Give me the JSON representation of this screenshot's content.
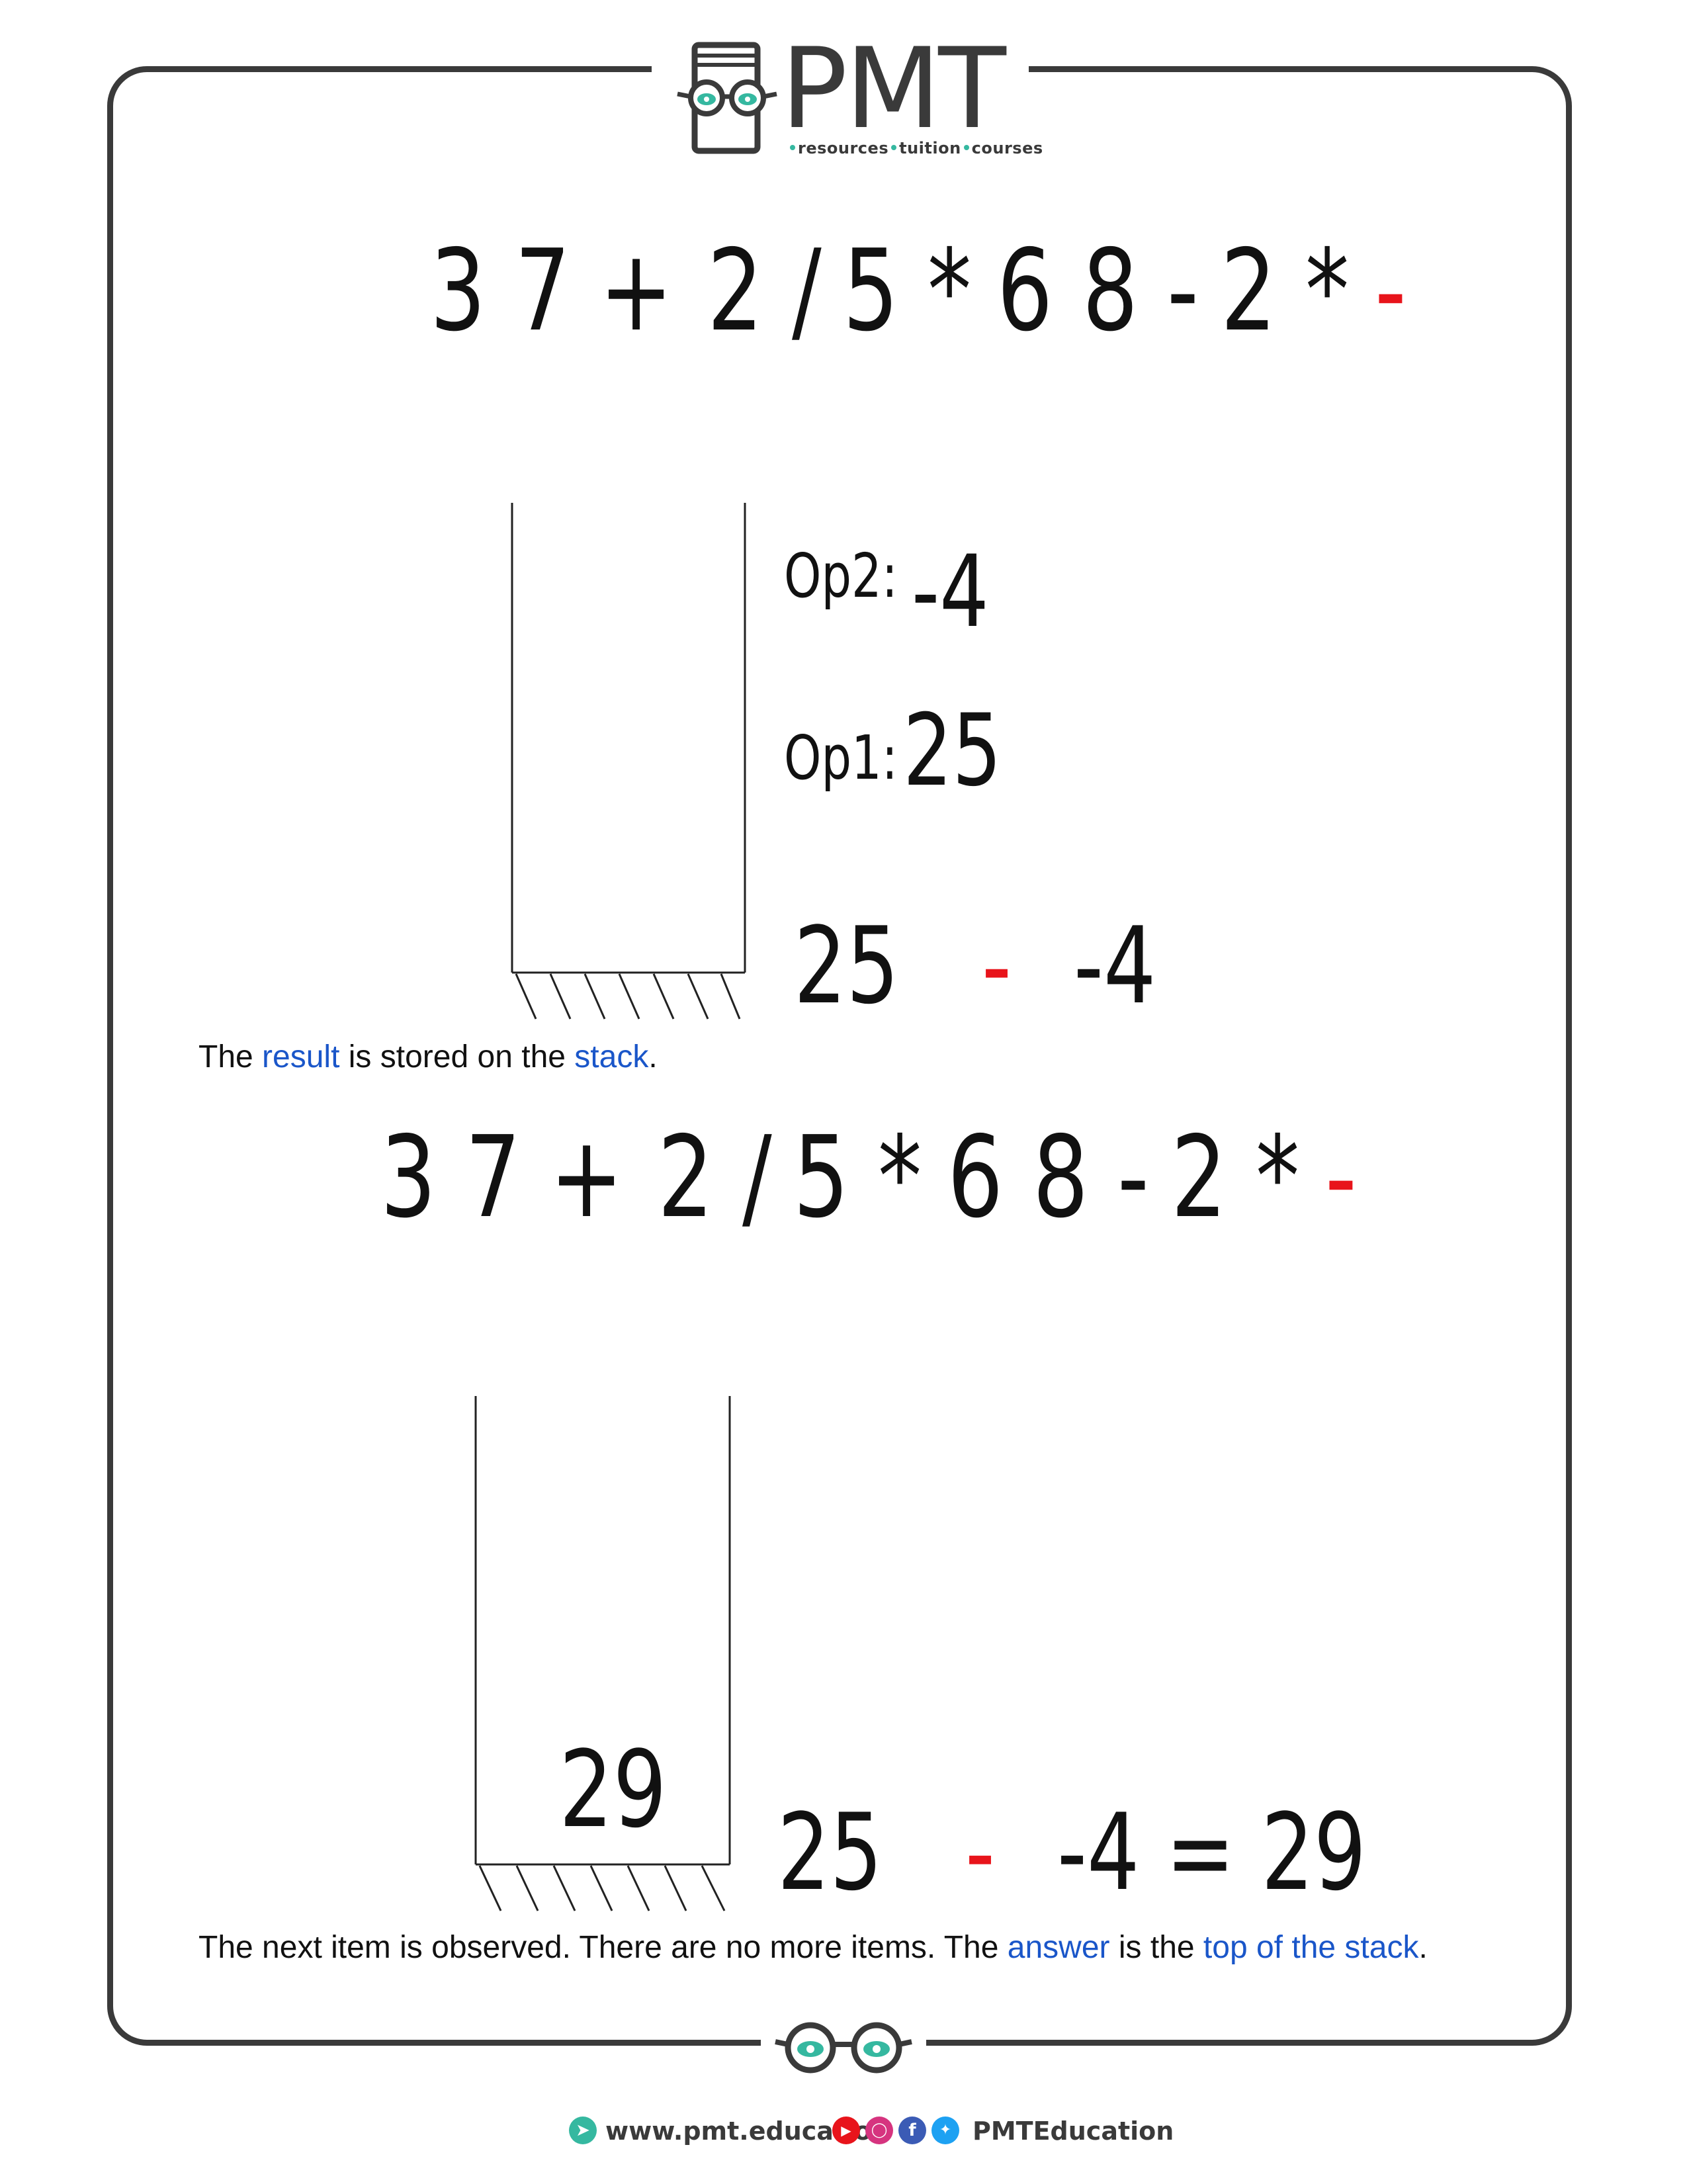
{
  "header": {
    "logo_word": "PMT",
    "logo_tagline_parts": [
      "resources",
      "tuition",
      "courses"
    ]
  },
  "step1": {
    "expression_tokens": [
      "3",
      "7",
      "+",
      "2",
      "/",
      "5",
      "*",
      "6",
      "8",
      "-",
      "2",
      "*"
    ],
    "current_token": "-",
    "op2_label": "Op2:",
    "op2_value": "-4",
    "op1_label": "Op1:",
    "op1_value": "25",
    "calc_left": "25",
    "calc_op": "-",
    "calc_right": "-4",
    "caption": {
      "p1": "The ",
      "h1": "result",
      "p2": " is stored on the ",
      "h2": "stack",
      "p3": "."
    }
  },
  "step2": {
    "expression_tokens": [
      "3",
      "7",
      "+",
      "2",
      "/",
      "5",
      "*",
      "6",
      "8",
      "-",
      "2",
      "*"
    ],
    "current_token": "-",
    "stack_value": "29",
    "calc_left": "25",
    "calc_op": "-",
    "calc_right": "-4 = 29",
    "caption": {
      "p1": "The next item is observed. There are no more items. The ",
      "h1": "answer",
      "p2": " is the ",
      "h2": "top of the stack",
      "p3": "."
    }
  },
  "footer": {
    "website": "www.pmt.education",
    "social_handle": "PMTEducation",
    "icons": [
      "cursor-icon",
      "youtube-icon",
      "instagram-icon",
      "facebook-icon",
      "twitter-icon"
    ]
  },
  "colors": {
    "accent_teal": "#35b8a0",
    "highlight_blue": "#1a56c9",
    "operator_red": "#e8141b",
    "frame_gray": "#3a3a3a"
  }
}
